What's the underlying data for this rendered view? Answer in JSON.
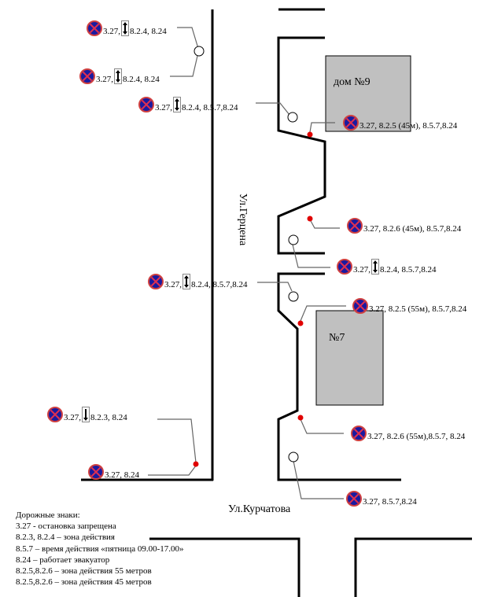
{
  "colors": {
    "sign_ring": "#d04040",
    "sign_fill": "#1a1aa0",
    "sign_cross": "#e03050",
    "building": "#c0c0c0",
    "marker_red": "#e00000",
    "leader": "#666666"
  },
  "buildings": [
    {
      "label": "дом №9"
    },
    {
      "label": "№7"
    }
  ],
  "streets": {
    "vertical": "Ул.Герцена",
    "horizontal": "Ул.Курчатова"
  },
  "signs": [
    {
      "icon": "no-stopping-sign",
      "prefix": "3.27,",
      "arrow": "up-down",
      "text": "8.2.4, 8.24"
    },
    {
      "icon": "no-stopping-sign",
      "prefix": "3.27,",
      "arrow": "up-down",
      "text": "8.2.4, 8.24"
    },
    {
      "icon": "no-stopping-sign",
      "prefix": "3.27,",
      "arrow": "up-down",
      "text": "8.2.4, 8.5.7,8.24"
    },
    {
      "icon": "no-stopping-sign",
      "prefix": "",
      "arrow": "",
      "text": "3.27, 8.2.5 (45м), 8.5.7,8.24"
    },
    {
      "icon": "no-stopping-sign",
      "prefix": "",
      "arrow": "",
      "text": "3.27, 8.2.6 (45м), 8.5.7,8.24"
    },
    {
      "icon": "no-stopping-sign",
      "prefix": "3.27,",
      "arrow": "up-down",
      "text": "8.2.4, 8.5.7,8.24"
    },
    {
      "icon": "no-stopping-sign",
      "prefix": "3.27,",
      "arrow": "up-down",
      "text": "8.2.4, 8.5.7,8.24"
    },
    {
      "icon": "no-stopping-sign",
      "prefix": "",
      "arrow": "",
      "text": "3.27, 8.2.5 (55м), 8.5.7,8.24"
    },
    {
      "icon": "no-stopping-sign",
      "prefix": "3.27,",
      "arrow": "down",
      "text": "8.2.3, 8.24"
    },
    {
      "icon": "no-stopping-sign",
      "prefix": "",
      "arrow": "",
      "text": "3.27, 8.24"
    },
    {
      "icon": "no-stopping-sign",
      "prefix": "",
      "arrow": "",
      "text": "3.27, 8.2.6 (55м),8.5.7, 8.24"
    },
    {
      "icon": "no-stopping-sign",
      "prefix": "",
      "arrow": "",
      "text": "3.27, 8.5.7,8.24"
    }
  ],
  "legend": {
    "title": "Дорожные знаки:",
    "lines": [
      "3.27 - остановка  запрещена",
      "8.2.3, 8.2.4  – зона действия",
      "8.5.7 – время действия  «пятница 09.00-17.00»",
      "8.24 –  работает эвакуатор",
      "8.2.5,8.2.6 – зона действия 55 метров",
      "8.2.5,8.2.6 – зона действия 45 метров"
    ]
  }
}
